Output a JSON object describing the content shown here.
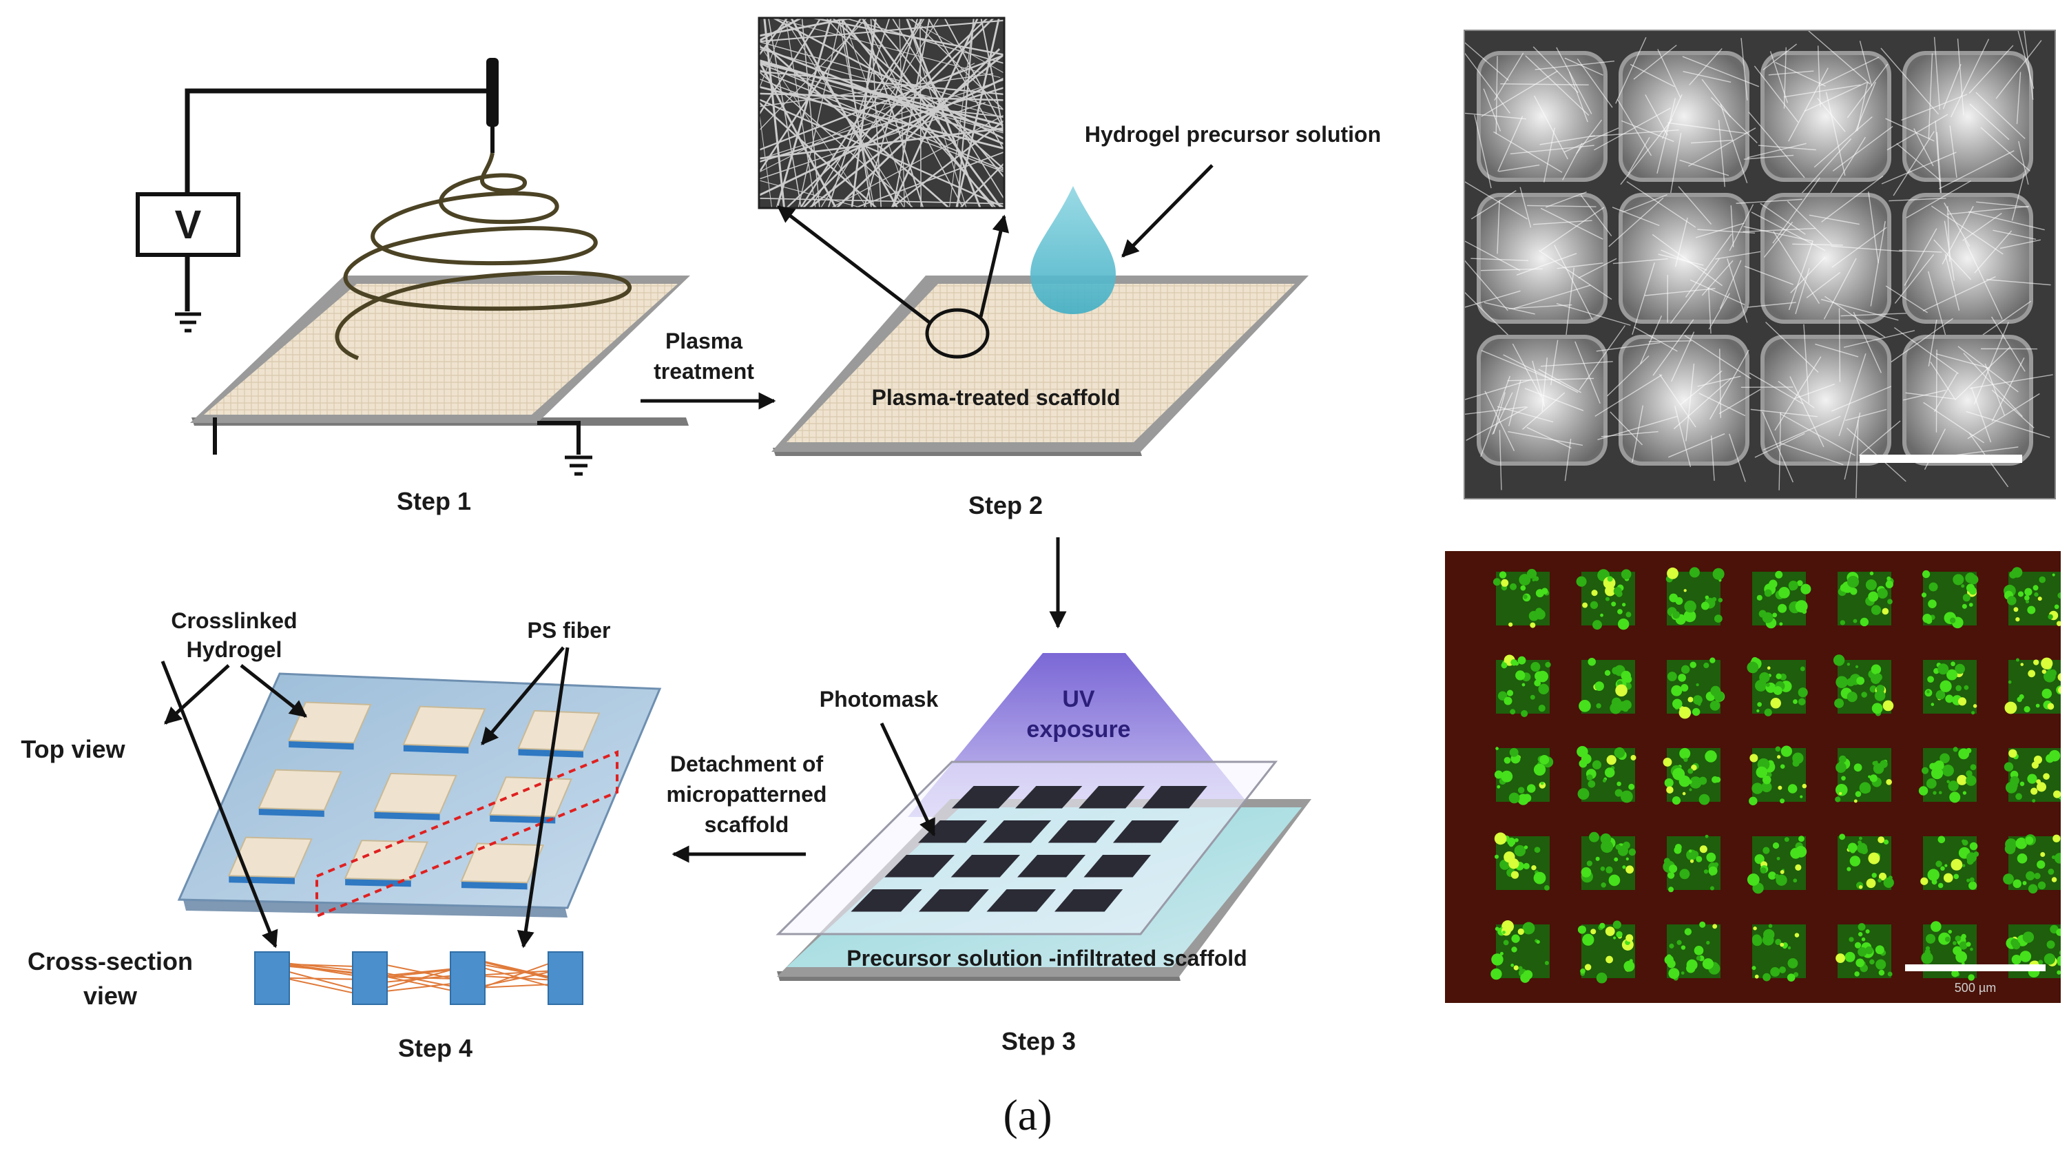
{
  "labels": {
    "voltage": "V",
    "plasma_l1": "Plasma",
    "plasma_l2": "treatment",
    "hydrogel_precursor": "Hydrogel precursor solution",
    "plasma_scaffold": "Plasma-treated scaffold",
    "step1": "Step 1",
    "step2": "Step 2",
    "step3": "Step 3",
    "step4": "Step 4",
    "crosslinked_l1": "Crosslinked",
    "crosslinked_l2": "Hydrogel",
    "ps_fiber": "PS fiber",
    "top_view": "Top view",
    "cross_l1": "Cross-section",
    "cross_l2": "view",
    "detach_l1": "Detachment of",
    "detach_l2": "micropatterned",
    "detach_l3": "scaffold",
    "photomask": "Photomask",
    "uv_l1": "UV",
    "uv_l2": "exposure",
    "precursor_scaffold": "Precursor solution -infiltrated scaffold",
    "scalebar_fluor": "500 µm",
    "caption": "(a)"
  },
  "colors": {
    "scaffold": "#efe3cf",
    "frame": "#8c8c8c",
    "hydrogel_drop": "#66c3d3",
    "uv": "#8f7fd8",
    "hydrogel_block": "#4b8fcc",
    "fiber": "#e07a3a",
    "fluor_green": "#3fd21a",
    "fluor_bg": "#4a1208",
    "sem_bg": "#3a3a3a"
  }
}
